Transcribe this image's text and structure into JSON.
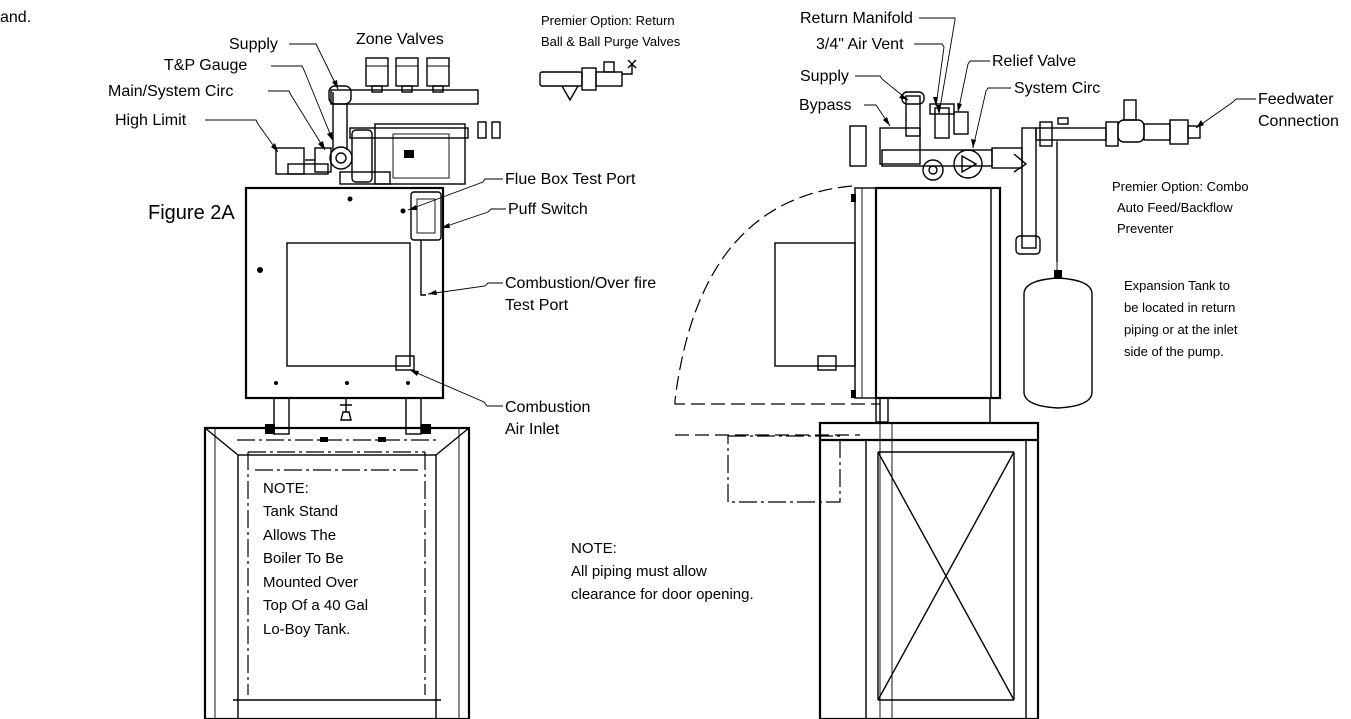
{
  "header": {
    "fragment": "and.",
    "figure": "Figure 2A"
  },
  "left_view": {
    "labels": {
      "supply": "Supply",
      "zone_valves": "Zone Valves",
      "tp_gauge": "T&P Gauge",
      "main_circ": "Main/System Circ",
      "high_limit": "High Limit",
      "flue_port": "Flue Box Test Port",
      "puff_switch": "Puff Switch",
      "combustion_port_1": "Combustion/Over fire",
      "combustion_port_2": "Test Port",
      "air_inlet_1": "Combustion",
      "air_inlet_2": "Air Inlet"
    },
    "premier_return": [
      "Premier Option: Return",
      "Ball & Ball Purge Valves"
    ],
    "tank_note": [
      "NOTE:",
      "Tank Stand",
      "Allows The",
      "Boiler To Be",
      "Mounted Over",
      "Top Of a 40 Gal",
      "Lo-Boy Tank."
    ]
  },
  "piping_note": [
    "NOTE:",
    "All piping must allow",
    "clearance for door opening."
  ],
  "right_view": {
    "labels": {
      "return_manifold": "Return Manifold",
      "air_vent": "3/4\" Air Vent",
      "relief_valve": "Relief Valve",
      "supply": "Supply",
      "system_circ": "System Circ",
      "bypass": "Bypass",
      "feedwater_1": "Feedwater",
      "feedwater_2": "Connection"
    },
    "premier_combo": [
      "Premier Option: Combo",
      "Auto Feed/Backflow",
      "Preventer"
    ],
    "expansion_note": [
      "Expansion Tank to",
      "be located in return",
      "piping or at the inlet",
      "side of the pump."
    ]
  }
}
